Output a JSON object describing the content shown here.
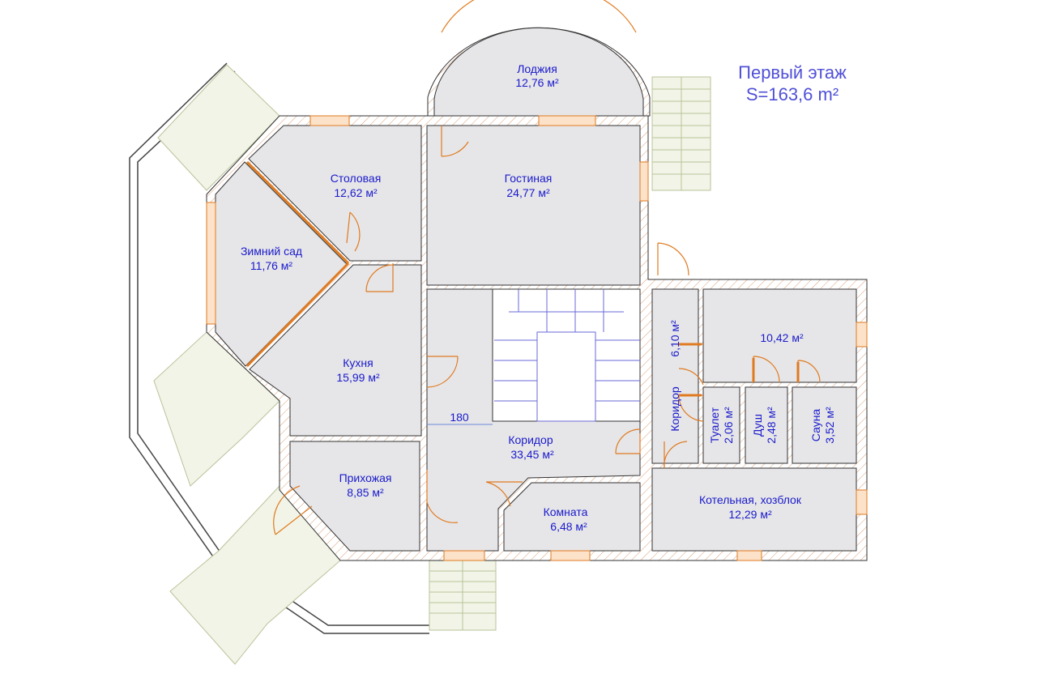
{
  "title": {
    "line1": "Первый этаж",
    "line2": "S=163,6 m²"
  },
  "rooms": {
    "loggia": {
      "name": "Лоджия",
      "area": "12,76 м²"
    },
    "dining": {
      "name": "Столовая",
      "area": "12,62 м²"
    },
    "living": {
      "name": "Гостиная",
      "area": "24,77 м²"
    },
    "winter_garden": {
      "name": "Зимний сад",
      "area": "11,76 м²"
    },
    "kitchen": {
      "name": "Кухня",
      "area": "15,99 м²"
    },
    "corridor_main": {
      "name": "Коридор",
      "area": "33,45 м²"
    },
    "hall": {
      "name": "Прихожая",
      "area": "8,85 м²"
    },
    "room": {
      "name": "Комната",
      "area": "6,48 м²"
    },
    "corridor_small": {
      "name": "Коридор",
      "area": "6,10 м²"
    },
    "room_1042": {
      "area": "10,42 м²"
    },
    "toilet": {
      "name": "Туалет",
      "area": "2,06 м²"
    },
    "shower": {
      "name": "Душ",
      "area": "2,48 м²"
    },
    "sauna": {
      "name": "Сауна",
      "area": "3,52 м²"
    },
    "boiler": {
      "name": "Котельная, хозблок",
      "area": "12,29 м²"
    }
  },
  "dimension": "180",
  "colors": {
    "label": "#1a1acc",
    "title": "#5050d8",
    "window": "#e07a20"
  }
}
